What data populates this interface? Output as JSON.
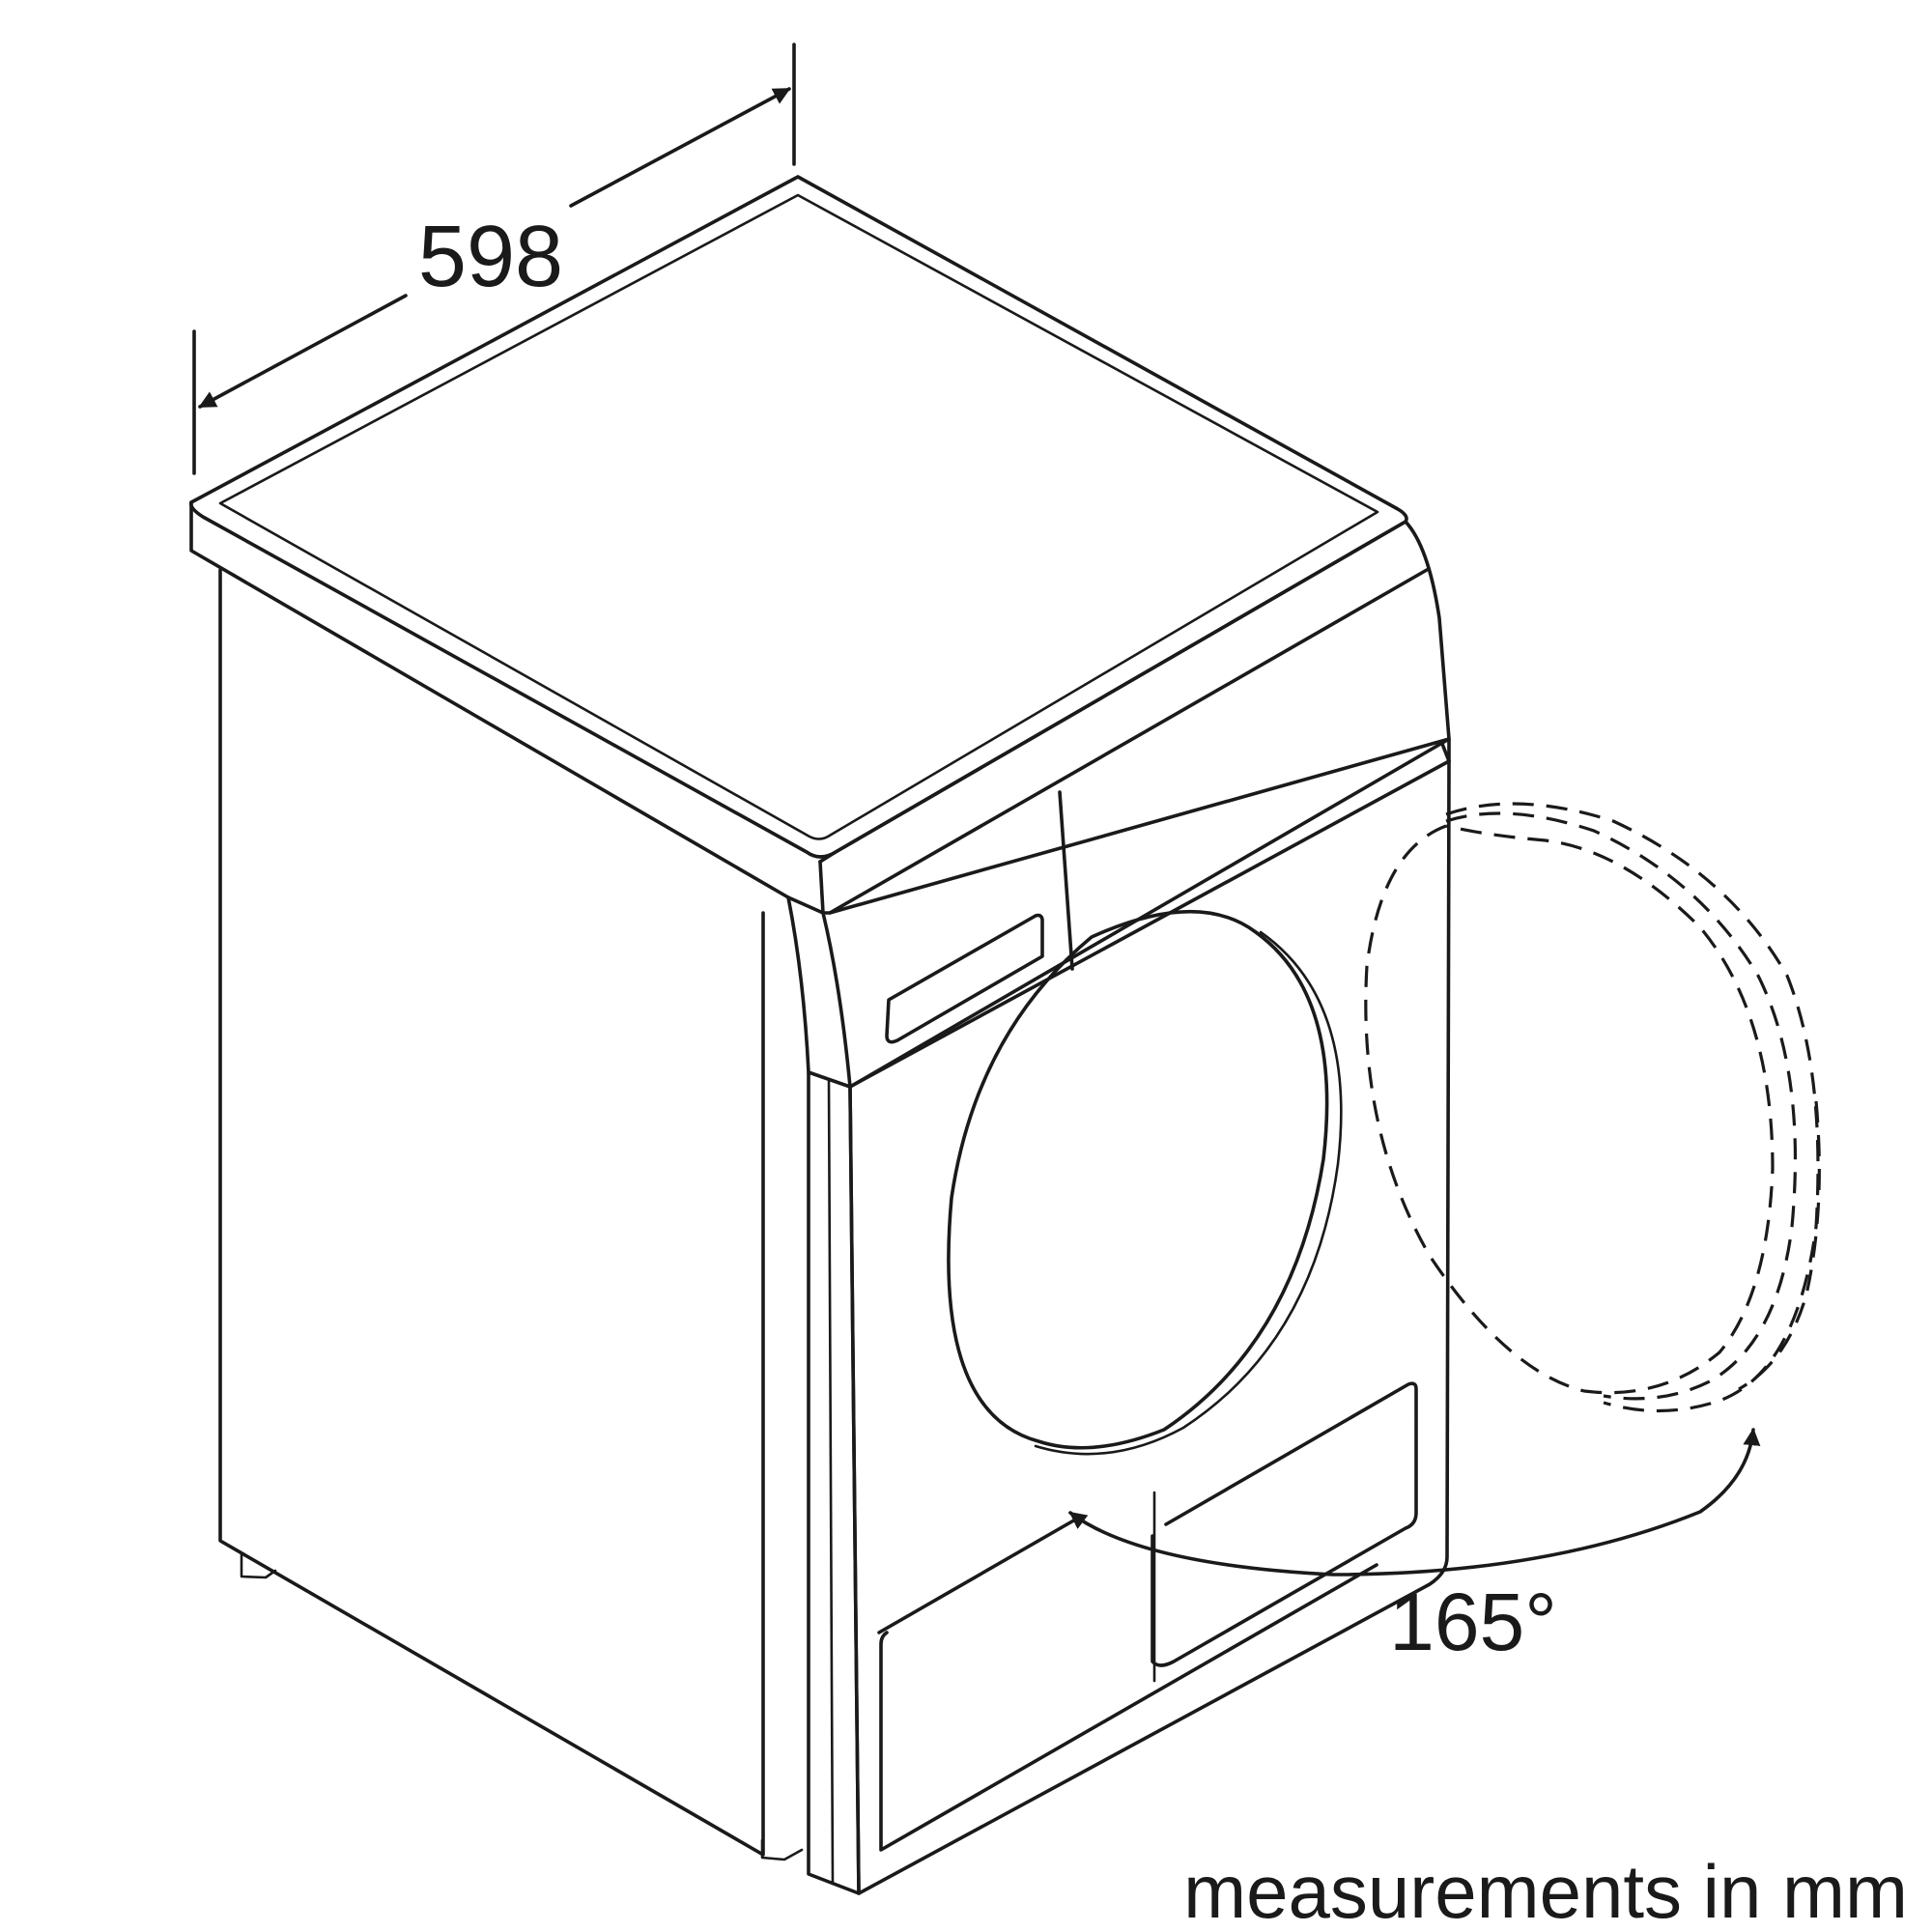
{
  "dimensions": {
    "width_label": "598",
    "angle_label": "165°"
  },
  "footer": {
    "note": "measurements in mm"
  },
  "colors": {
    "line": "#1a1a1a",
    "background": "#ffffff"
  }
}
